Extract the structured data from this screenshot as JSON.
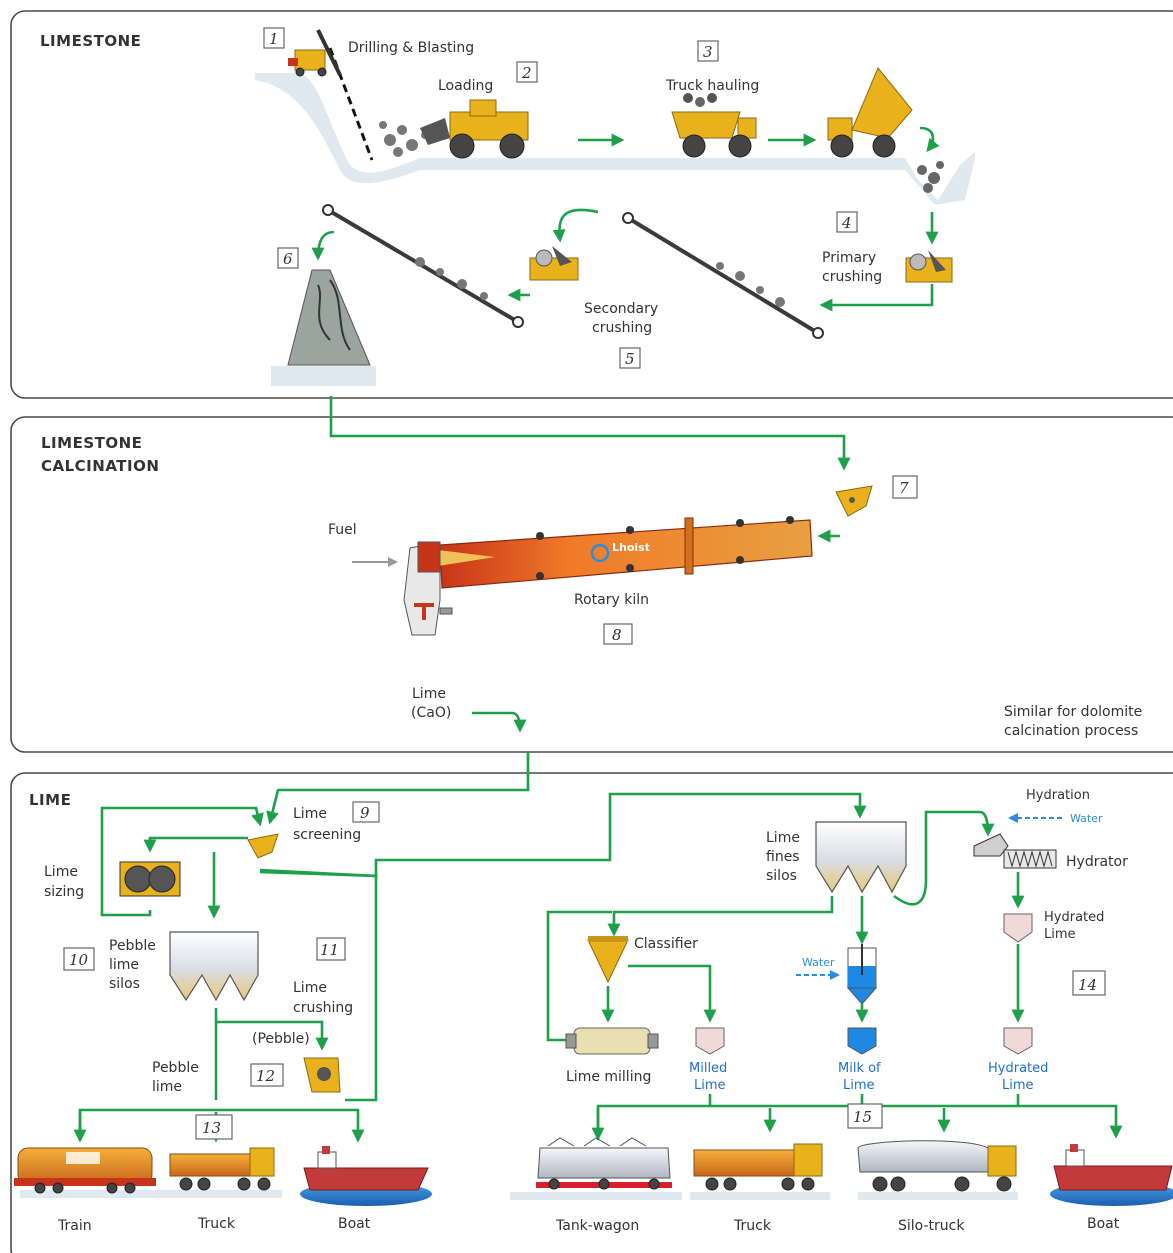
{
  "sections": {
    "limestone": "LIMESTONE",
    "calcination_line1": "LIMESTONE",
    "calcination_line2": "CALCINATION",
    "lime": "LIME"
  },
  "steps": {
    "n1": "1",
    "n2": "2",
    "n3": "3",
    "n4": "4",
    "n5": "5",
    "n6": "6",
    "n7": "7",
    "n8": "8",
    "n9": "9",
    "n10": "10",
    "n11": "11",
    "n12": "12",
    "n13": "13",
    "n14": "14",
    "n15": "15"
  },
  "labels": {
    "drilling": "Drilling & Blasting",
    "loading": "Loading",
    "truck_hauling": "Truck hauling",
    "primary_1": "Primary",
    "primary_2": "crushing",
    "secondary_1": "Secondary",
    "secondary_2": "crushing",
    "fuel": "Fuel",
    "rotary_kiln": "Rotary kiln",
    "kiln_brand": "Lhoist",
    "lime_cao_1": "Lime",
    "lime_cao_2": "(CaO)",
    "dolomite_1": "Similar for dolomite",
    "dolomite_2": "calcination process",
    "screening_1": "Lime",
    "screening_2": "screening",
    "sizing_1": "Lime",
    "sizing_2": "sizing",
    "pebble_silos_1": "Pebble",
    "pebble_silos_2": "lime",
    "pebble_silos_3": "silos",
    "crushing_1": "Lime",
    "crushing_2": "crushing",
    "pebble": "(Pebble)",
    "pebble_lime_1": "Pebble",
    "pebble_lime_2": "lime",
    "fines_1": "Lime",
    "fines_2": "fines",
    "fines_3": "silos",
    "classifier": "Classifier",
    "lime_milling": "Lime milling",
    "milled_1": "Milled",
    "milled_2": "Lime",
    "water": "Water",
    "milk_1": "Milk of",
    "milk_2": "Lime",
    "hydration": "Hydration",
    "hydrator": "Hydrator",
    "hydrated_1": "Hydrated",
    "hydrated_2": "Lime",
    "hydrated_out_1": "Hydrated",
    "hydrated_out_2": "Lime",
    "train": "Train",
    "truck": "Truck",
    "boat": "Boat",
    "tank_wagon": "Tank-wagon",
    "truck2": "Truck",
    "silo_truck": "Silo-truck",
    "boat2": "Boat"
  },
  "colors": {
    "flow": "#1ea04a",
    "water": "#2a8de0",
    "kiln_start": "#f0a020",
    "kiln_end": "#c8341a",
    "machinery": "#e9b21c"
  }
}
